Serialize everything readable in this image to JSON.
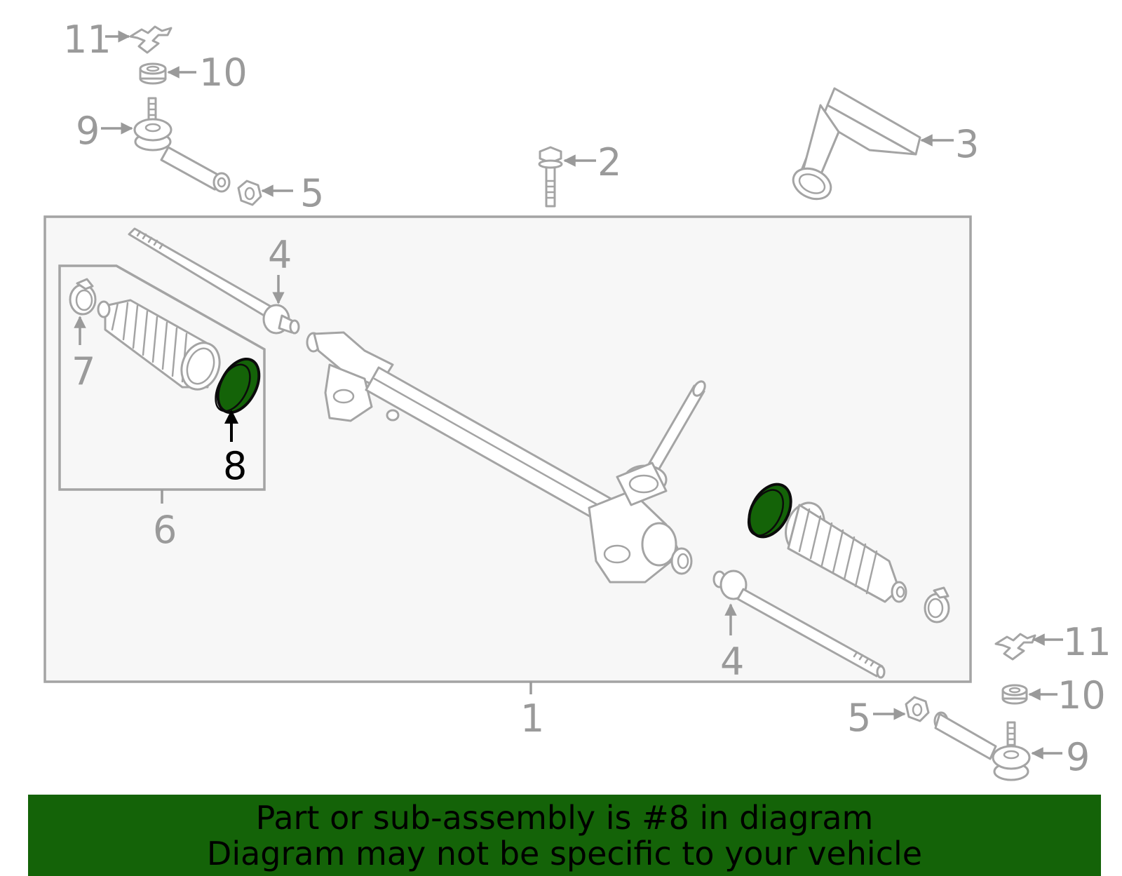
{
  "colors": {
    "highlight": "#146308",
    "banner_background": "#146308",
    "line_gray": "#a4a4a4",
    "label_gray": "#9a9a9a",
    "box_fill": "#f7f7f7"
  },
  "callouts": {
    "c1": "1",
    "c2": "2",
    "c3": "3",
    "c4_top": "4",
    "c4_bottom": "4",
    "c5_top": "5",
    "c5_bottom": "5",
    "c6": "6",
    "c7": "7",
    "c8": "8",
    "c9_top": "9",
    "c9_bottom": "9",
    "c10_top": "10",
    "c10_bottom": "10",
    "c11_top": "11",
    "c11_bottom": "11"
  },
  "highlighted_part": "8",
  "banner": {
    "line1": "Part or sub-assembly is #8 in diagram",
    "line2": "Diagram may not be specific to your vehicle"
  }
}
